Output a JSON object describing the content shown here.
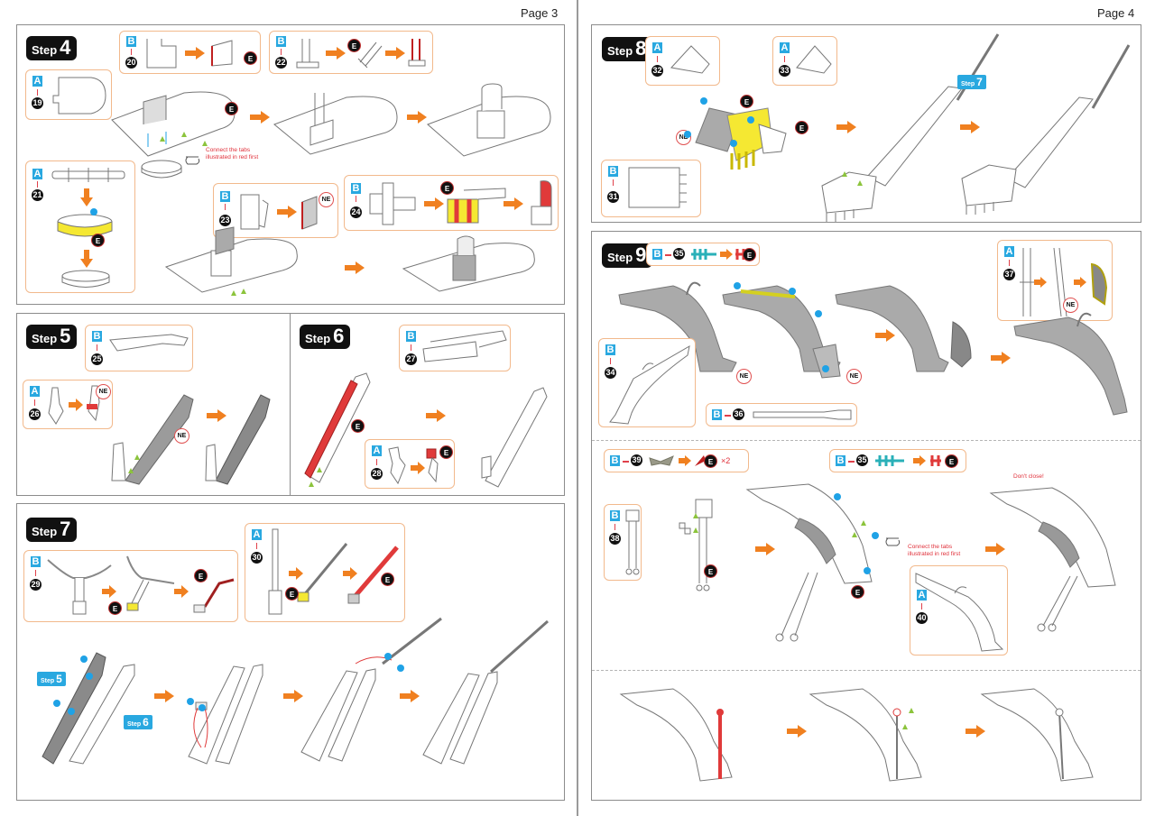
{
  "pages": [
    {
      "label": "Page 3",
      "steps": [
        {
          "label": "Step",
          "number": "4",
          "callouts": [
            {
              "sheet": "A",
              "part": "19"
            },
            {
              "sheet": "B",
              "part": "20"
            },
            {
              "sheet": "B",
              "part": "22"
            },
            {
              "sheet": "A",
              "part": "21"
            },
            {
              "sheet": "B",
              "part": "23"
            },
            {
              "sheet": "B",
              "part": "24"
            }
          ],
          "note": "Connect the tabs illustrated in red first"
        },
        {
          "label": "Step",
          "number": "5",
          "callouts": [
            {
              "sheet": "B",
              "part": "25"
            },
            {
              "sheet": "A",
              "part": "26"
            }
          ]
        },
        {
          "label": "Step",
          "number": "6",
          "callouts": [
            {
              "sheet": "B",
              "part": "27"
            },
            {
              "sheet": "A",
              "part": "28"
            }
          ]
        },
        {
          "label": "Step",
          "number": "7",
          "callouts": [
            {
              "sheet": "B",
              "part": "29"
            },
            {
              "sheet": "A",
              "part": "30"
            }
          ],
          "tags": [
            {
              "label": "Step",
              "number": "5"
            },
            {
              "label": "Step",
              "number": "6"
            }
          ]
        }
      ]
    },
    {
      "label": "Page 4",
      "steps": [
        {
          "label": "Step",
          "number": "8",
          "callouts": [
            {
              "sheet": "A",
              "part": "32"
            },
            {
              "sheet": "A",
              "part": "33"
            },
            {
              "sheet": "B",
              "part": "31"
            }
          ],
          "tags": [
            {
              "label": "Step",
              "number": "7"
            }
          ]
        },
        {
          "label": "Step",
          "number": "9",
          "callouts": [
            {
              "sheet": "B",
              "part": "35"
            },
            {
              "sheet": "A",
              "part": "37"
            },
            {
              "sheet": "B",
              "part": "34"
            },
            {
              "sheet": "B",
              "part": "36"
            },
            {
              "sheet": "B",
              "part": "39",
              "multiplier": "×2"
            },
            {
              "sheet": "B",
              "part": "35"
            },
            {
              "sheet": "B",
              "part": "38"
            },
            {
              "sheet": "A",
              "part": "40"
            }
          ],
          "note": "Connect the tabs illustrated in red first",
          "warning": "Don't close!"
        }
      ]
    }
  ],
  "markers": {
    "glue": "E",
    "no_glue": "NE"
  },
  "colors": {
    "sheet_badge": "#29a8e0",
    "arrow": "#f08020",
    "callout_border": "#f2b98c",
    "note_red": "#e0303a",
    "step_badge": "#111111",
    "highlight_yellow": "#f5e832",
    "highlight_red": "#e03a3a"
  },
  "icons": {
    "arrow": "orange-right-arrow",
    "pointing_hand": "pointing-hand-icon",
    "tab_dot": "blue-dot",
    "alignment": "green-triangle"
  }
}
